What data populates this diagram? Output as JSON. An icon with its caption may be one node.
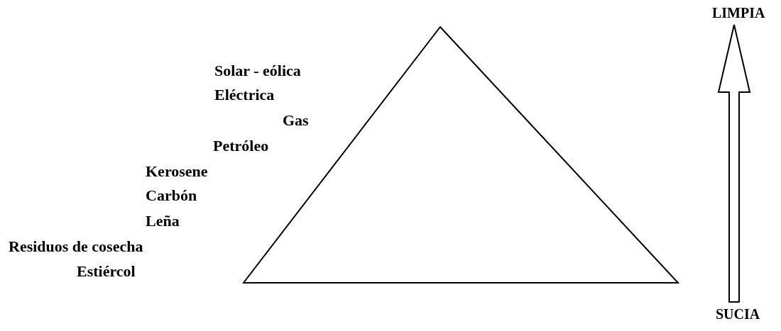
{
  "diagram": {
    "nodes": [
      {
        "text": [
          "LIMPIA"
        ]
      },
      {
        "text": [
          "SUCIA"
        ]
      }
    ],
    "edges": [
      {
        "from": 1,
        "to": 0,
        "arrow": "to"
      }
    ],
    "labels": [
      "Solar - eólica",
      "Eléctrica",
      "Gas",
      "Petróleo",
      "Kerosene",
      "Carbón",
      "Leña",
      "Residuos de cosecha",
      "Estiércol"
    ]
  }
}
